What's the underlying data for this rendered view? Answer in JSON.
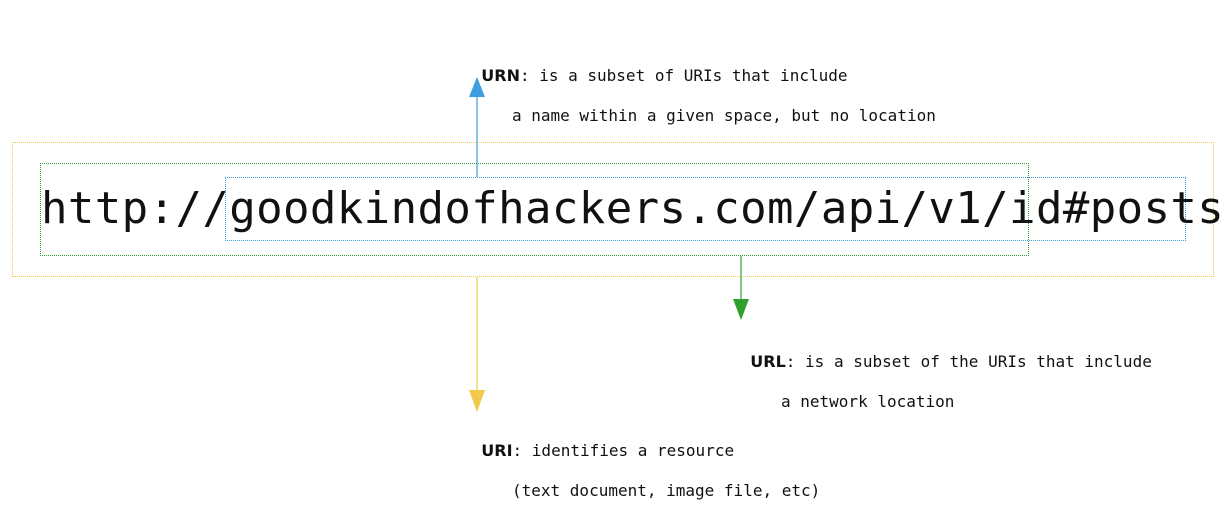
{
  "url": "http://goodkindofhackers.com/api/v1/id#posts",
  "colors": {
    "uri": "#f2c94c",
    "url": "#2ea02e",
    "urn": "#3a9ee0"
  },
  "notes": {
    "urn": {
      "term": "URN",
      "line1": ": is a subset of URIs that include",
      "line2": "a name within a given space, but no location"
    },
    "url": {
      "term": "URL",
      "line1": ": is a subset of the URIs that include",
      "line2": "a network location"
    },
    "uri": {
      "term": "URI",
      "line1": ": identifies a resource",
      "line2": "(text document, image file, etc)"
    }
  }
}
